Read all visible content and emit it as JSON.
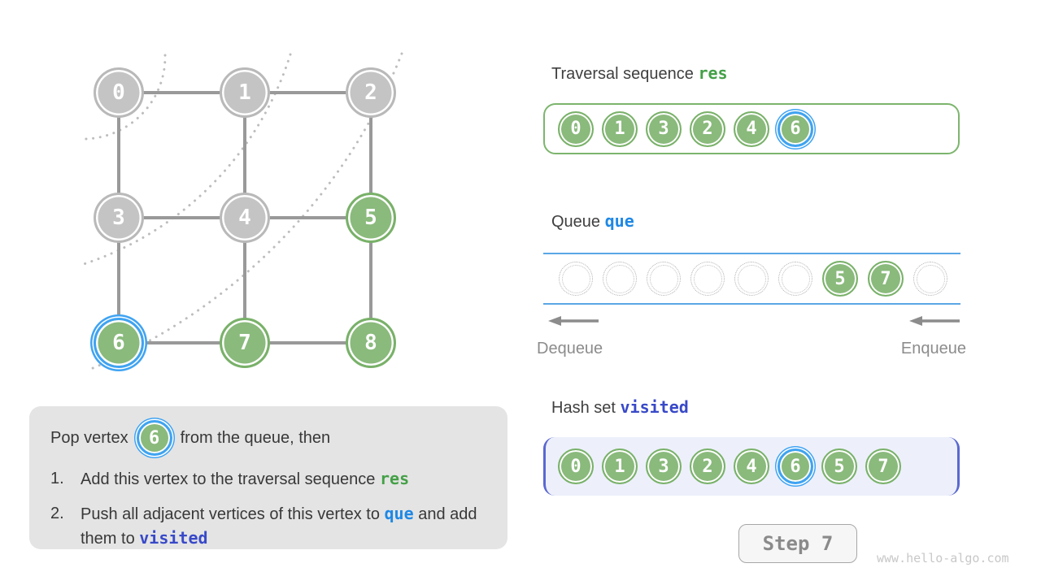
{
  "colors": {
    "node_green": "#8aba7c",
    "node_green_border": "#79b169",
    "node_gray": "#c4c4c4",
    "highlight_blue": "#3fa3f2",
    "res_green_text": "#44a047",
    "que_blue_text": "#1e88e5",
    "visited_indigo_text": "#3849c8",
    "hash_box_fill": "#edf0fb",
    "hash_box_border": "#5a68d0",
    "queue_line_blue": "#5aa7e5",
    "edge_gray": "#999999",
    "instruction_bg": "#e4e4e4"
  },
  "graph": {
    "nodes": [
      {
        "value": "0",
        "state": "gray",
        "row": 0,
        "col": 0,
        "highlight": false
      },
      {
        "value": "1",
        "state": "gray",
        "row": 0,
        "col": 1,
        "highlight": false
      },
      {
        "value": "2",
        "state": "gray",
        "row": 0,
        "col": 2,
        "highlight": false
      },
      {
        "value": "3",
        "state": "gray",
        "row": 1,
        "col": 0,
        "highlight": false
      },
      {
        "value": "4",
        "state": "gray",
        "row": 1,
        "col": 1,
        "highlight": false
      },
      {
        "value": "5",
        "state": "green",
        "row": 1,
        "col": 2,
        "highlight": false
      },
      {
        "value": "6",
        "state": "green",
        "row": 2,
        "col": 0,
        "highlight": true
      },
      {
        "value": "7",
        "state": "green",
        "row": 2,
        "col": 1,
        "highlight": false
      },
      {
        "value": "8",
        "state": "green",
        "row": 2,
        "col": 2,
        "highlight": false
      }
    ],
    "edges": [
      [
        0,
        1
      ],
      [
        1,
        2
      ],
      [
        3,
        4
      ],
      [
        4,
        5
      ],
      [
        6,
        7
      ],
      [
        7,
        8
      ],
      [
        0,
        3
      ],
      [
        3,
        6
      ],
      [
        1,
        4
      ],
      [
        4,
        7
      ],
      [
        2,
        5
      ],
      [
        5,
        8
      ]
    ]
  },
  "traversal": {
    "title": "Traversal sequence",
    "code": "res",
    "items": [
      {
        "value": "0",
        "highlight": false
      },
      {
        "value": "1",
        "highlight": false
      },
      {
        "value": "3",
        "highlight": false
      },
      {
        "value": "2",
        "highlight": false
      },
      {
        "value": "4",
        "highlight": false
      },
      {
        "value": "6",
        "highlight": true
      }
    ]
  },
  "queue": {
    "title": "Queue",
    "code": "que",
    "slots": [
      {
        "empty": true
      },
      {
        "empty": true
      },
      {
        "empty": true
      },
      {
        "empty": true
      },
      {
        "empty": true
      },
      {
        "empty": true
      },
      {
        "value": "5",
        "highlight": false
      },
      {
        "value": "7",
        "highlight": false
      },
      {
        "empty": true
      }
    ],
    "dequeue_label": "Dequeue",
    "enqueue_label": "Enqueue"
  },
  "hashset": {
    "title": "Hash set",
    "code": "visited",
    "items": [
      {
        "value": "0",
        "highlight": false
      },
      {
        "value": "1",
        "highlight": false
      },
      {
        "value": "3",
        "highlight": false
      },
      {
        "value": "2",
        "highlight": false
      },
      {
        "value": "4",
        "highlight": false
      },
      {
        "value": "6",
        "highlight": true
      },
      {
        "value": "5",
        "highlight": false
      },
      {
        "value": "7",
        "highlight": false
      }
    ]
  },
  "instruction": {
    "intro": [
      {
        "t": "Pop vertex"
      },
      {
        "circle": "6"
      },
      {
        "t": "from the queue, then"
      }
    ],
    "items": [
      {
        "num": "1.",
        "segs": [
          {
            "t": "Add this vertex to the traversal sequence "
          },
          {
            "t": "res",
            "cls": "green"
          }
        ]
      },
      {
        "num": "2.",
        "segs": [
          {
            "t": "Push all adjacent vertices of this vertex to "
          },
          {
            "t": "que",
            "cls": "blue"
          },
          {
            "t": " and add them to "
          },
          {
            "t": "visited",
            "cls": "indigo"
          }
        ]
      }
    ]
  },
  "step": {
    "label": "Step 7"
  },
  "watermark": "www.hello-algo.com"
}
